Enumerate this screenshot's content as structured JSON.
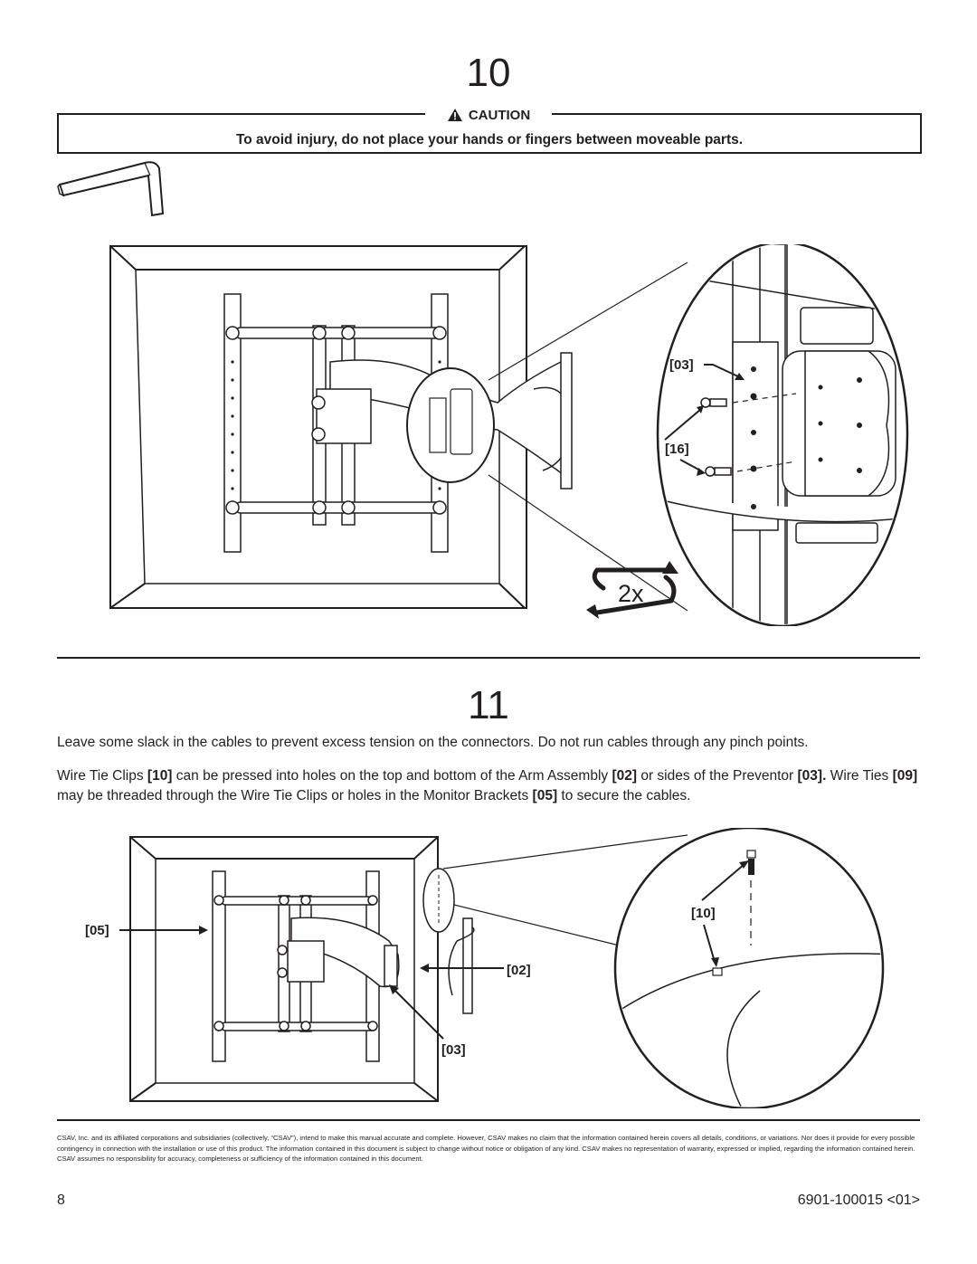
{
  "step10": {
    "number": "10",
    "caution_label": "CAUTION",
    "caution_text": "To avoid injury, do not place your hands or fingers between moveable parts.",
    "labels": {
      "part03": "[03]",
      "part16": "[16]",
      "repeat": "2x"
    }
  },
  "step11": {
    "number": "11",
    "para1": "Leave some slack in the cables to prevent excess tension on the connectors. Do not run cables through any pinch points.",
    "para2": {
      "t1": "Wire Tie Clips ",
      "r1": "[10]",
      "t2": " can be pressed into holes on the top and bottom of the Arm Assembly ",
      "r2": "[02]",
      "t3": " or sides of the Preventor ",
      "r3": "[03].",
      "t4": " Wire Ties ",
      "r4": "[09]",
      "t5": " may be threaded through the Wire Tie Clips or holes in the Monitor Brackets ",
      "r5": "[05]",
      "t6": " to secure the cables."
    },
    "labels": {
      "part05": "[05]",
      "part02": "[02]",
      "part03": "[03]",
      "part10": "[10]"
    }
  },
  "disclaimer": "CSAV, Inc. and its affiliated corporations and subsidiaries (collectively, “CSAV”), intend to make this manual accurate and complete. However, CSAV makes no claim that the information contained herein covers all details, conditions, or variations. Nor does it provide for every possible contingency in connection with the installation or use of this product. The information contained in this document is subject to change without notice or obligation of any kind. CSAV makes no representation of warranty, expressed or implied, regarding the information contained herein. CSAV assumes no responsibility for accuracy, completeness or sufficiency of the information contained in this document.",
  "footer": {
    "page_number": "8",
    "doc_code": "6901-100015 <01>"
  }
}
